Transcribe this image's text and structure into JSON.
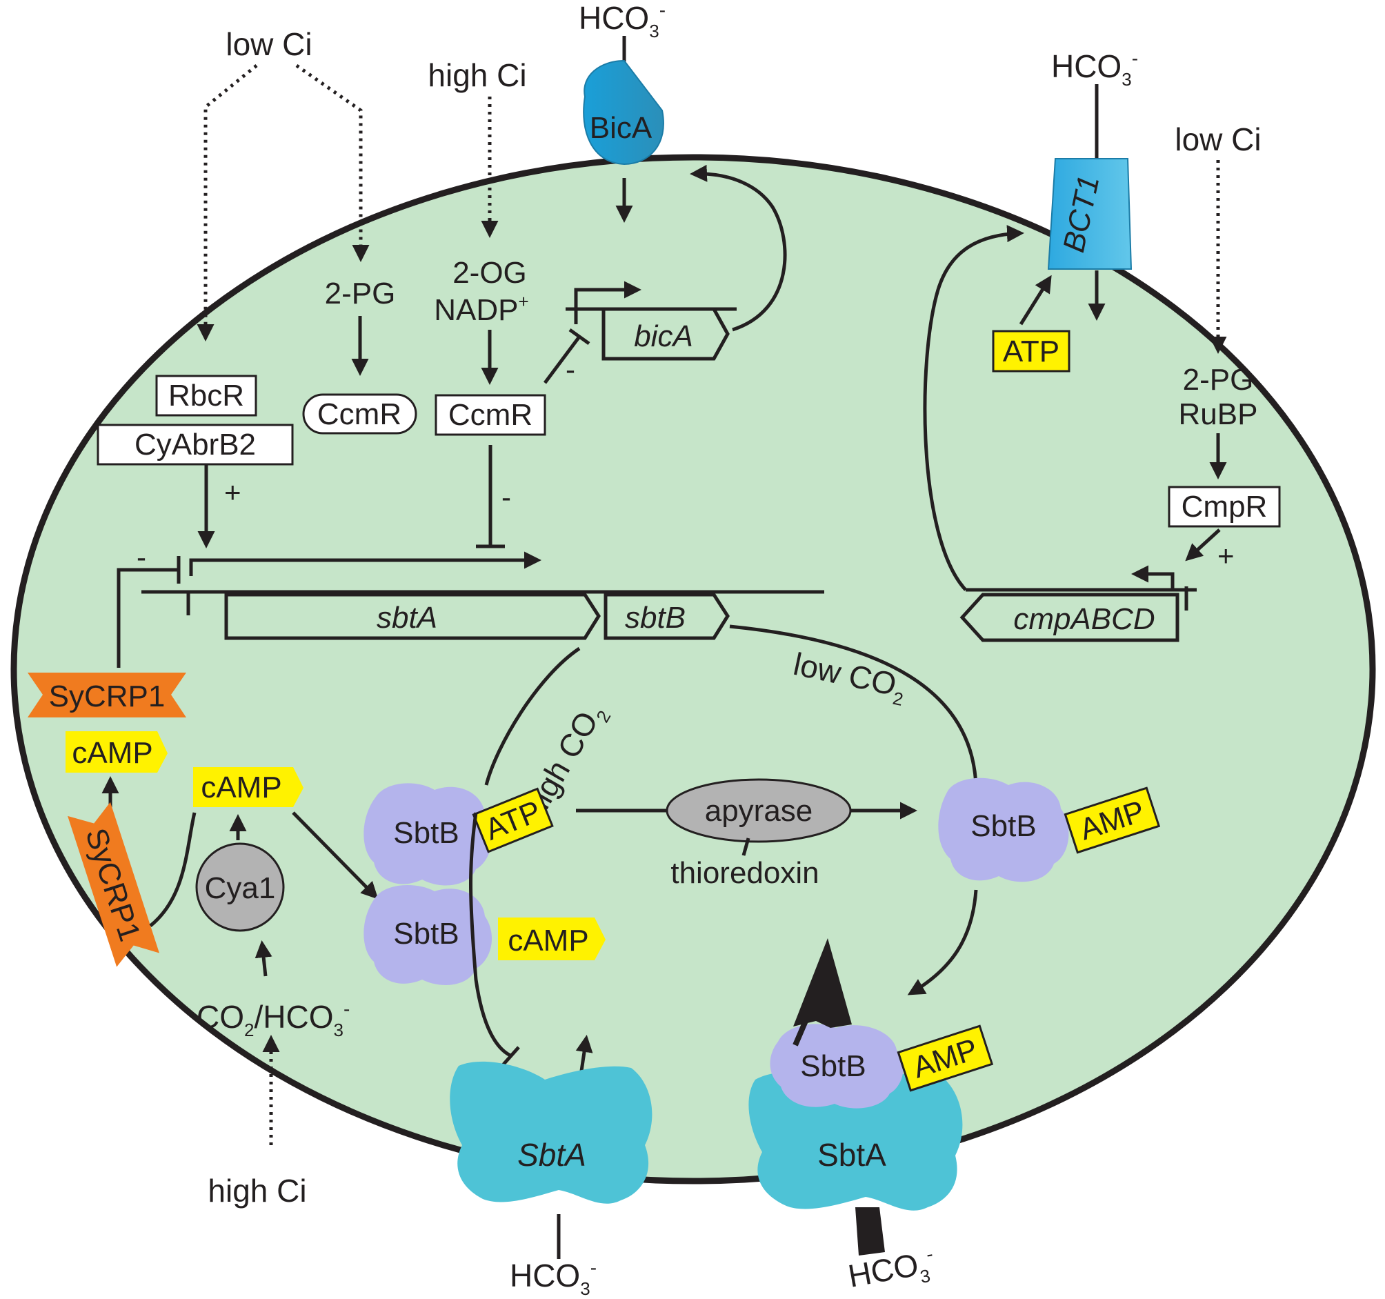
{
  "labels": {
    "low_ci_1": "low Ci",
    "high_ci_1": "high Ci",
    "low_ci_2": "low Ci",
    "high_ci_2": "high Ci",
    "hco3_base": "HCO",
    "hco3_sub": "3",
    "hco3_sup": "-",
    "two_pg": "2-PG",
    "two_og": "2-OG",
    "nadp_base": "NADP",
    "nadp_sup": "+",
    "two_pg_2": "2-PG",
    "rubp": "RuBP",
    "co2_hco3_a": "CO",
    "co2_hco3_sub": "2",
    "co2_hco3_b": "/HCO",
    "co2_hco3_sub2": "3",
    "co2_hco3_sup": "-",
    "high_co2": "high CO",
    "low_co2": "low CO",
    "co2_sub": "2",
    "plus": "+",
    "minus": "-"
  },
  "regulators": {
    "rbcr": "RbcR",
    "cyabrb2": "CyAbrB2",
    "ccmr_oval": "CcmR",
    "ccmr_box": "CcmR",
    "cmpr": "CmpR",
    "sycrp1": "SyCRP1",
    "camp": "cAMP",
    "cya1": "Cya1"
  },
  "genes": {
    "bica": "bicA",
    "sbta": "sbtA",
    "sbtb": "sbtB",
    "cmpabcd": "cmpABCD"
  },
  "transporters": {
    "bica": "BicA",
    "bct1": "BCT1",
    "sbta": "SbtA"
  },
  "complexes": {
    "sbtb": "SbtB",
    "atp": "ATP",
    "amp": "AMP",
    "camp": "cAMP",
    "apyrase": "apyrase",
    "thioredoxin": "thioredoxin"
  },
  "colors": {
    "cell": "#c6e5c9",
    "outline": "#231f20",
    "highlight": "#fff200",
    "sycrp1": "#f07b1f",
    "bica": "#1a9fd8",
    "bct1": "#3db9e6",
    "sbtb": "#b4b4ec",
    "sbta": "#4ec3d6",
    "grey": "#b3b3b3"
  }
}
